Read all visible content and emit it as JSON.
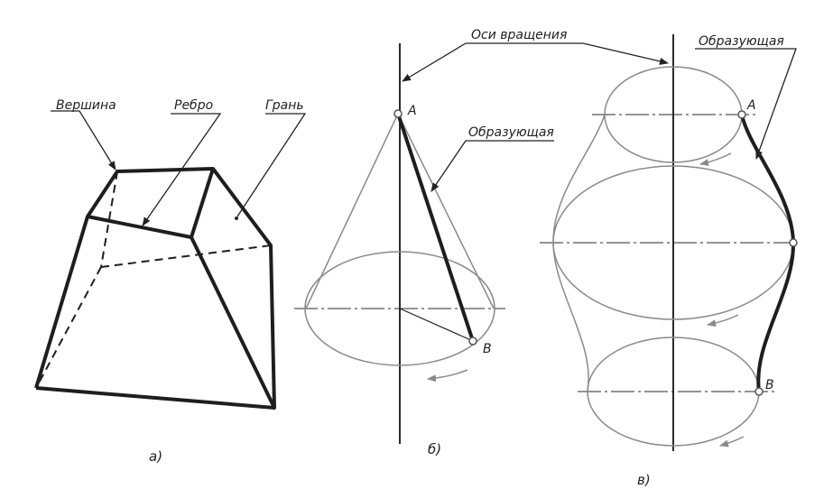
{
  "labels": {
    "axes_of_rotation": "Оси вращения",
    "vertex": "Вершина",
    "edge": "Ребро",
    "face": "Грань",
    "generatrix_b": "Образующая",
    "generatrix_c": "Образующая",
    "point_a_b": "A",
    "point_b_b": "B",
    "point_a_c": "A",
    "point_b_c": "B",
    "caption_a": "а)",
    "caption_b": "б)",
    "caption_c": "в)"
  },
  "colors": {
    "bold_line": "#1e1e1e",
    "thin_line": "#8a8a8a",
    "axis_line": "#2a2a2a",
    "arrow_gray": "#8a8a8a",
    "point_fill": "#ffffff"
  }
}
